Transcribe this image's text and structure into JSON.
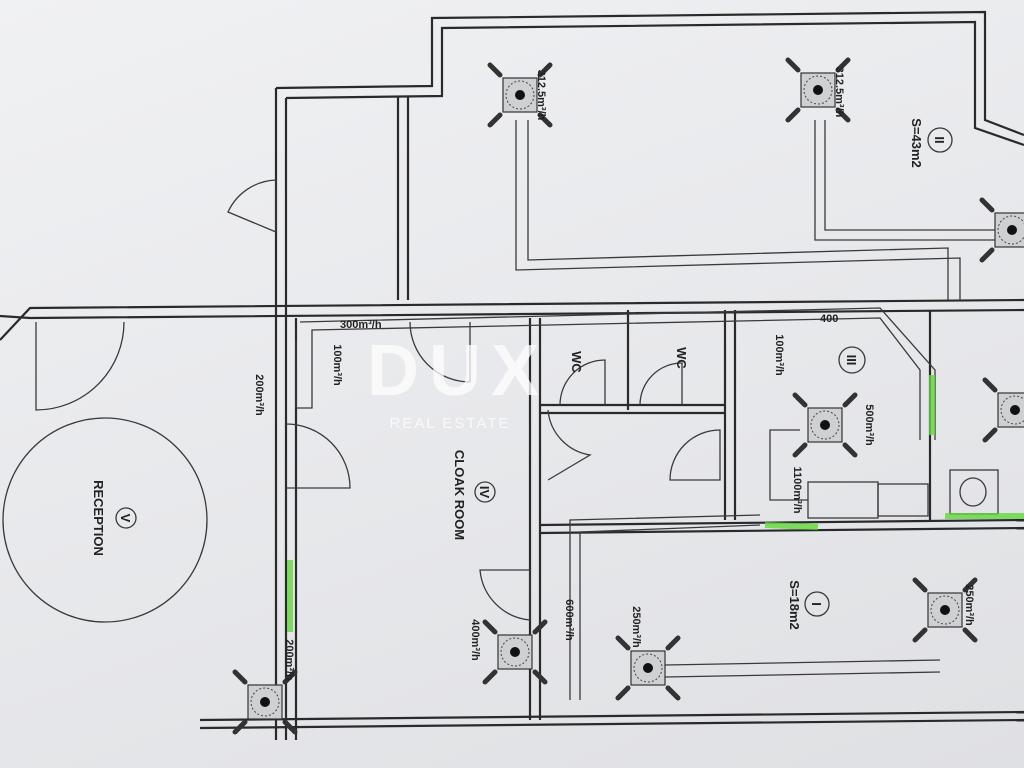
{
  "watermark": {
    "brand": "DUX",
    "subtitle": "REAL ESTATE"
  },
  "rooms": [
    {
      "numeral": "I",
      "area": "S=18m2"
    },
    {
      "numeral": "II",
      "area": "S=43m2"
    },
    {
      "numeral": "III"
    },
    {
      "numeral": "IV",
      "name": "CLOAK ROOM"
    },
    {
      "numeral": "V",
      "name": "RECEPTION"
    }
  ],
  "wc_labels": [
    "WC",
    "WC"
  ],
  "airflow_labels": {
    "diffuser_top_left": "312.5m³/h",
    "diffuser_top_right": "312.5m³/h",
    "duct_300": "300m³/h",
    "supply_100_cloak": "100m³/h",
    "wall_200": "200m³/h",
    "supply_100_room3": "100m³/h",
    "duct_400_top": "400",
    "diffuser_room3": "500m³/h",
    "unit_1100": "1100m³/h",
    "duct_600": "600m³/h",
    "diffuser_cloak": "400m³/h",
    "diffuser_room1_left": "250m³/h",
    "diffuser_room1_right": "250m³/h",
    "diffuser_reception": "200m³/h"
  },
  "colors": {
    "highlight": "#5fd83a",
    "line": "#2a2a2a"
  }
}
